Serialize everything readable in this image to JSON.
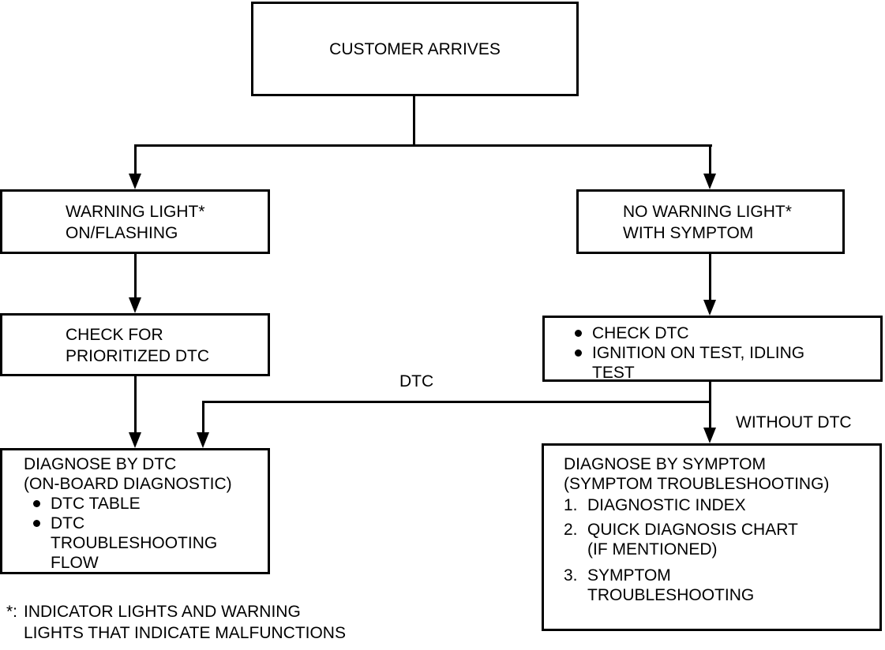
{
  "colors": {
    "ink": "#000000",
    "paper": "#ffffff"
  },
  "nodes": {
    "customer_arrives": {
      "lines": [
        "CUSTOMER ARRIVES"
      ]
    },
    "warning_light": {
      "lines": [
        "WARNING LIGHT*",
        "ON/FLASHING"
      ]
    },
    "no_warning_light": {
      "lines": [
        "NO WARNING LIGHT*",
        "WITH SYMPTOM"
      ]
    },
    "check_prioritized_dtc": {
      "lines": [
        "CHECK FOR",
        "PRIORITIZED DTC"
      ]
    },
    "check_dtc": {
      "bullet_items": [
        {
          "lines": [
            "CHECK DTC"
          ]
        },
        {
          "lines": [
            "IGNITION ON TEST, IDLING",
            "TEST"
          ]
        }
      ]
    },
    "diagnose_by_dtc": {
      "header_lines": [
        "DIAGNOSE BY DTC",
        "(ON-BOARD DIAGNOSTIC)"
      ],
      "bullet_items": [
        {
          "lines": [
            "DTC TABLE"
          ]
        },
        {
          "lines": [
            "DTC",
            "TROUBLESHOOTING",
            "FLOW"
          ]
        }
      ]
    },
    "diagnose_by_symptom": {
      "header_lines": [
        "DIAGNOSE BY SYMPTOM",
        "(SYMPTOM TROUBLESHOOTING)"
      ],
      "numbered_items": [
        {
          "marker": "1.",
          "lines": [
            "DIAGNOSTIC INDEX"
          ]
        },
        {
          "marker": "2.",
          "lines": [
            "QUICK DIAGNOSIS CHART",
            "(IF MENTIONED)"
          ]
        },
        {
          "marker": "3.",
          "lines": [
            "SYMPTOM",
            "TROUBLESHOOTING"
          ]
        }
      ]
    }
  },
  "edge_labels": {
    "dtc": "DTC",
    "without_dtc": "WITHOUT DTC"
  },
  "footnote": {
    "marker": "*:",
    "lines": [
      "INDICATOR LIGHTS AND WARNING",
      "LIGHTS THAT INDICATE MALFUNCTIONS"
    ]
  }
}
